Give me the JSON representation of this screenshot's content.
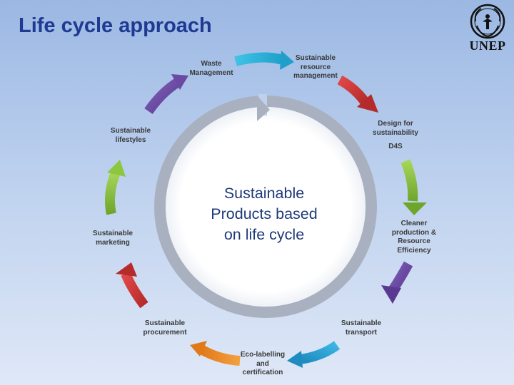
{
  "title": "Life cycle approach",
  "logo": {
    "text": "UNEP"
  },
  "center": {
    "text": "Sustainable\nProducts based\non life cycle"
  },
  "stages": [
    {
      "label": "Waste\nManagement"
    },
    {
      "label": "Sustainable\nresource\nmanagement"
    },
    {
      "label": "Design for\nsustainability",
      "sublabel": "D4S"
    },
    {
      "label": "Cleaner\nproduction &\nResource\nEfficiency"
    },
    {
      "label": "Sustainable\ntransport"
    },
    {
      "label": "Eco-labelling\nand\ncertification"
    },
    {
      "label": "Sustainable\nprocurement"
    },
    {
      "label": "Sustainable\nmarketing"
    },
    {
      "label": "Sustainable\nlifestyles"
    }
  ],
  "colors": {
    "title": "#1f3a93",
    "ring": "#a9b1c0",
    "arrow_cyan": "#2bb3d9",
    "arrow_red": "#d23b3b",
    "arrow_green": "#8dc63f",
    "arrow_purple": "#6b4aa3",
    "arrow_blue": "#2b9fd3",
    "arrow_orange": "#f08a24"
  }
}
